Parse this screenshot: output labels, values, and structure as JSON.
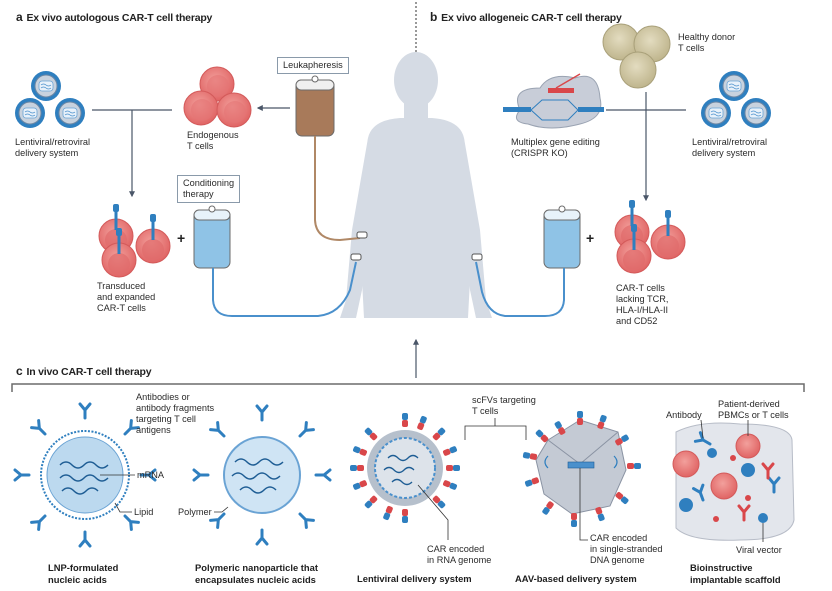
{
  "panels": {
    "a": {
      "letter": "a",
      "title": "Ex vivo autologous CAR-T cell therapy",
      "labels": {
        "vector": [
          "Lentiviral/retroviral",
          "delivery system"
        ],
        "endogenous": [
          "Endogenous",
          "T cells"
        ],
        "leukapheresis": "Leukapheresis",
        "conditioning": [
          "Conditioning",
          "therapy"
        ],
        "transduced": [
          "Transduced",
          "and expanded",
          "CAR-T cells"
        ],
        "plus": "+"
      }
    },
    "b": {
      "letter": "b",
      "title": "Ex vivo allogeneic CAR-T cell therapy",
      "labels": {
        "donor": [
          "Healthy donor",
          "T cells"
        ],
        "crispr": [
          "Multiplex gene editing",
          "(CRISPR KO)"
        ],
        "vector": [
          "Lentiviral/retroviral",
          "delivery system"
        ],
        "cart": [
          "CAR-T cells",
          "lacking TCR,",
          "HLA-I/HLA-II",
          "and CD52"
        ],
        "plus": "+"
      }
    },
    "c": {
      "letter": "c",
      "title": "In vivo CAR-T cell therapy",
      "items": [
        {
          "caption": [
            "LNP-formulated",
            "nucleic acids"
          ],
          "annotations": {
            "antibodies": [
              "Antibodies or",
              "antibody fragments",
              "targeting T cell",
              "antigens"
            ],
            "mrna": "mRNA",
            "lipid": "Lipid"
          }
        },
        {
          "caption": [
            "Polymeric nanoparticle that",
            "encapsulates nucleic acids"
          ],
          "annotations": {
            "polymer": "Polymer"
          }
        },
        {
          "caption": [
            "Lentiviral delivery system"
          ],
          "annotations": {
            "car_rna": [
              "CAR encoded",
              "in RNA genome"
            ]
          }
        },
        {
          "caption": [
            "AAV-based delivery system"
          ],
          "annotations": {
            "car_dna": [
              "CAR encoded",
              "in single-stranded",
              "DNA genome"
            ]
          }
        },
        {
          "caption": [
            "Bioinstructive",
            "implantable scaffold"
          ],
          "annotations": {
            "antibody": "Antibody",
            "pbmc": [
              "Patient-derived",
              "PBMCs or T cells"
            ],
            "viral_vector": "Viral vector"
          }
        }
      ],
      "shared_annotation": [
        "scFVs targeting",
        "T cells"
      ]
    }
  },
  "colors": {
    "body": "#d5dbe4",
    "tcell": "#e56f6f",
    "tcell_light": "#f4a3a0",
    "donor_cell": "#cdc5a1",
    "virus": "#2f7fbf",
    "virus_core": "#c7d0dc",
    "bag_blood": "#a87a5a",
    "bag_saline": "#8fc3e6",
    "tube_blue": "#4a90cc",
    "tube_brown": "#b08866",
    "arrow": "#4a5668",
    "crispr_red": "#d9474a"
  }
}
